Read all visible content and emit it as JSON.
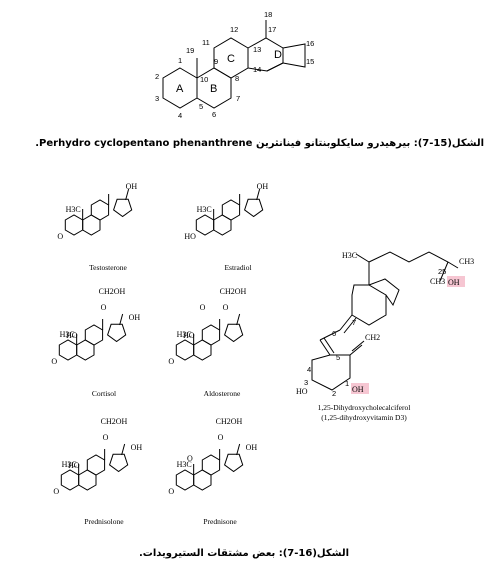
{
  "caption1": "الشكل(15-7): بيرهيدرو سايكلوبنتانو فينانثرين Perhydro cyclopentano phenanthrene.",
  "caption2": "الشكل(16-7): بعض مشتقات الستيرويدات.",
  "nucleus": {
    "ring_labels": [
      "A",
      "B",
      "C",
      "D"
    ],
    "numbers": [
      "1",
      "2",
      "3",
      "4",
      "5",
      "6",
      "7",
      "8",
      "9",
      "10",
      "11",
      "12",
      "13",
      "14",
      "15",
      "16",
      "17",
      "18",
      "19"
    ]
  },
  "groups": {
    "oh": "OH",
    "ch2oh": "CH2OH",
    "h3c": "H3C",
    "ho": "HO",
    "o": "O",
    "ch3": "CH3"
  },
  "vitd": {
    "num25": "25",
    "nums": [
      "7",
      "6",
      "5",
      "4",
      "3",
      "2",
      "1"
    ]
  },
  "compounds": [
    {
      "name": "Testosterone"
    },
    {
      "name": "Estradiol"
    },
    {
      "name": "Cortisol"
    },
    {
      "name": "Aldosterone"
    },
    {
      "name": "Prednisolone"
    },
    {
      "name": "Prednisone"
    },
    {
      "name": "1,25-Dihydroxycholecalciferol",
      "subname": "(1,25-dihydroxyvitamin D3)"
    }
  ]
}
